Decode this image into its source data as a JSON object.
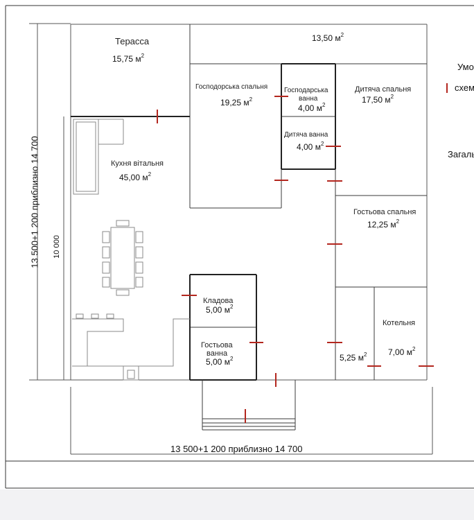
{
  "rooms": {
    "terrace": {
      "name": "Терасса",
      "area": "15,75 м",
      "unit_sup": "2"
    },
    "top_strip": {
      "area": "13,50 м",
      "unit_sup": "2"
    },
    "master_bedroom": {
      "name": "Господорська спальня",
      "area": "19,25 м",
      "unit_sup": "2"
    },
    "master_bath": {
      "name_line1": "Господарська",
      "name_line2": "ванна",
      "area": "4,00 м",
      "unit_sup": "2"
    },
    "kids_bedroom": {
      "name": "Дитяча спальня",
      "area": "17,50 м",
      "unit_sup": "2"
    },
    "kids_bath": {
      "name": "Дитяча ванна",
      "area": "4,00 м",
      "unit_sup": "2"
    },
    "kitchen_living": {
      "name": "Кухня вітальня",
      "area": "45,00 м",
      "unit_sup": "2"
    },
    "guest_bedroom": {
      "name": "Гостьова спальня",
      "area": "12,25 м",
      "unit_sup": "2"
    },
    "pantry": {
      "name": "Кладова",
      "area": "5,00 м",
      "unit_sup": "2"
    },
    "guest_bath": {
      "name_line1": "Гостьова",
      "name_line2": "ванна",
      "area": "5,00 м",
      "unit_sup": "2"
    },
    "small_room": {
      "area": "5,25 м",
      "unit_sup": "2"
    },
    "boiler_room": {
      "name": "Котельня",
      "area": "7,00 м",
      "unit_sup": "2"
    }
  },
  "dimensions": {
    "bottom": "13 500+1 200 приблизно 14 700",
    "left": "13 500+1 200 приблизно 14 700",
    "inner_left": "10 000"
  },
  "side_text": {
    "line1": "Умо",
    "line2": "схем",
    "line3": "Загаль"
  },
  "colors": {
    "wall": "#3a3a3a",
    "door_mark": "#b3261e",
    "furniture": "#8a8a8a",
    "dim_line": "#555555"
  }
}
